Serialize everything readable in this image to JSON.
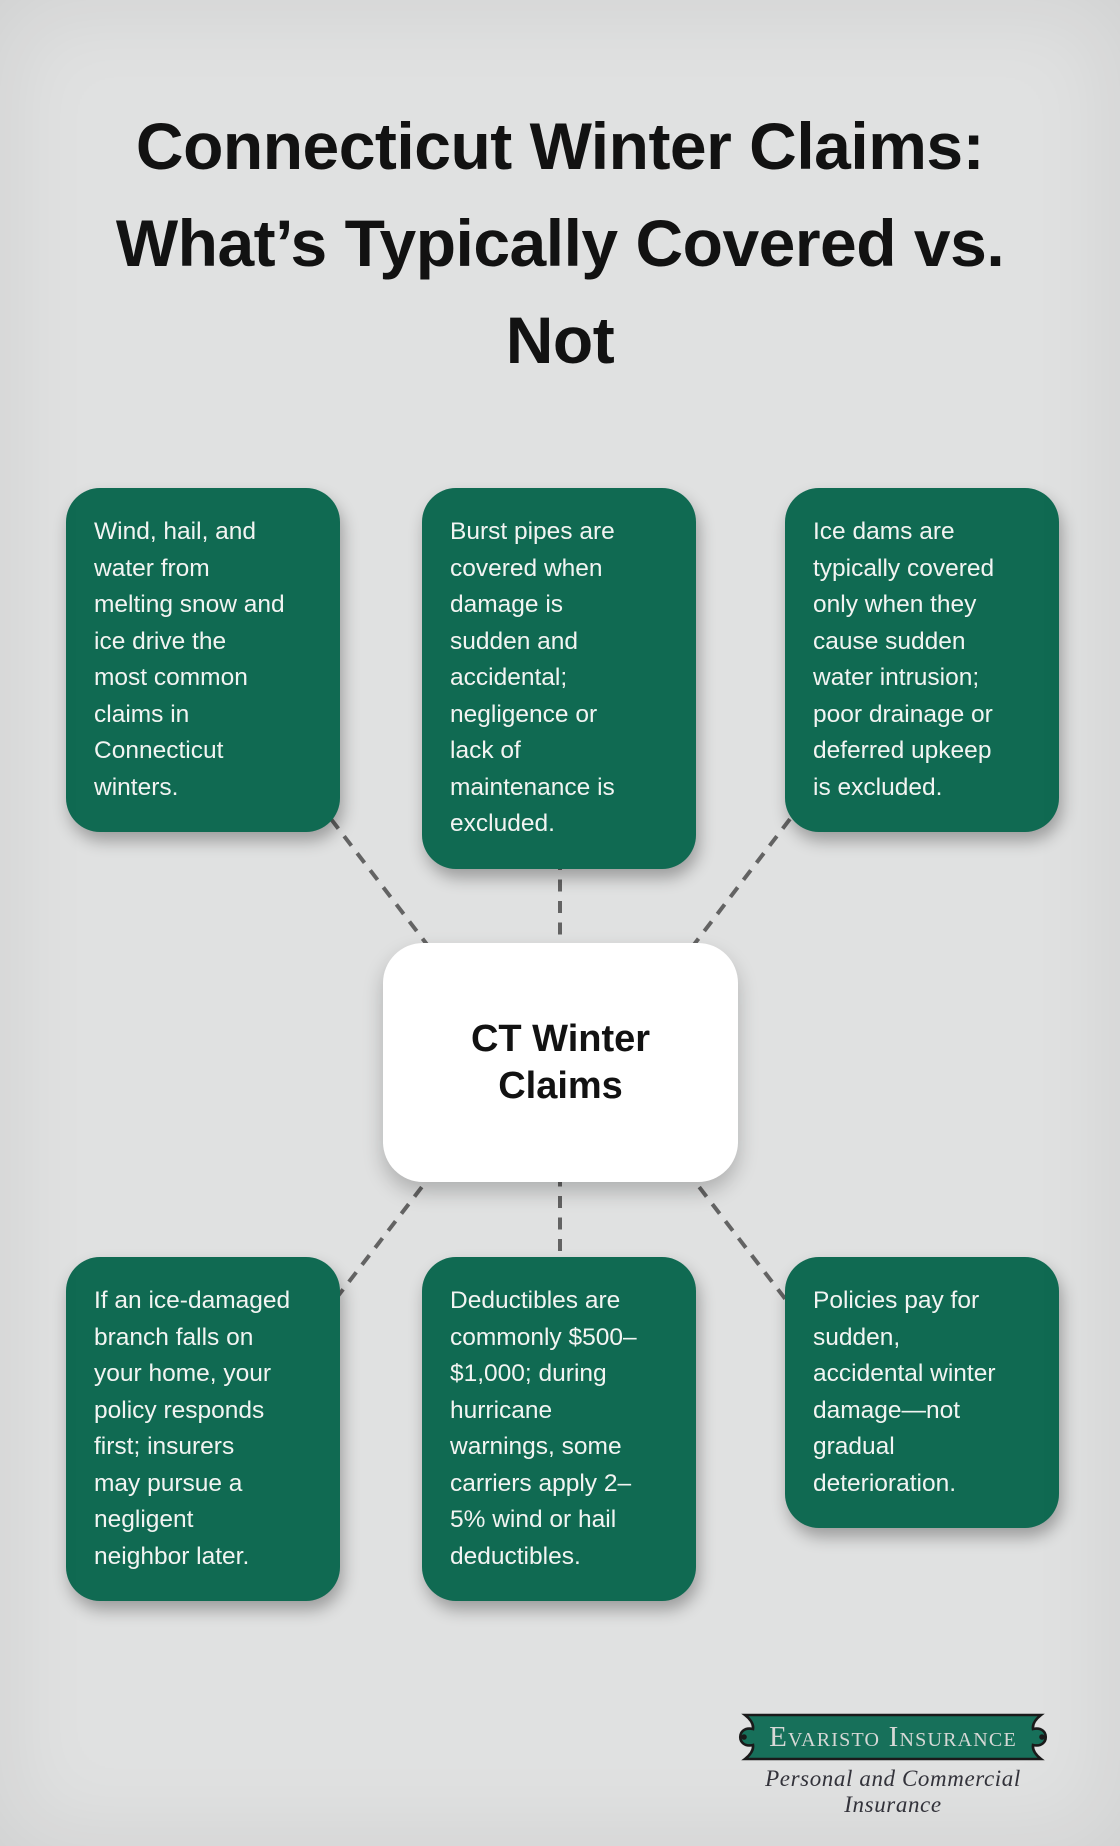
{
  "title": "Connecticut Winter Claims:\nWhat’s Typically Covered vs.\nNot",
  "center_node": {
    "label": "CT Winter\nClaims"
  },
  "nodes": [
    {
      "position": "top-left",
      "text": "Wind, hail, and\nwater from\nmelting snow and\nice drive the\nmost common\nclaims in\nConnecticut\nwinters."
    },
    {
      "position": "top-center",
      "text": "Burst pipes are\ncovered when\ndamage is\nsudden and\naccidental;\nnegligence or\nlack of\nmaintenance is\nexcluded."
    },
    {
      "position": "top-right",
      "text": "Ice dams are\ntypically covered\nonly when they\ncause sudden\nwater intrusion;\npoor drainage or\ndeferred upkeep\nis excluded."
    },
    {
      "position": "bottom-left",
      "text": "If an ice-damaged\nbranch falls on\nyour home, your\npolicy responds\nfirst; insurers\nmay pursue a\nnegligent\nneighbor later."
    },
    {
      "position": "bottom-center",
      "text": "Deductibles are\ncommonly $500–\n$1,000; during\nhurricane\nwarnings, some\ncarriers apply 2–\n5% wind or hail\ndeductibles."
    },
    {
      "position": "bottom-right",
      "text": "Policies pay for\nsudden,\naccidental winter\ndamage—not\ngradual\ndeterioration."
    }
  ],
  "logo": {
    "name": "Evaristo Insurance",
    "tagline": "Personal and Commercial Insurance"
  },
  "colors": {
    "background": "#e0e1e1",
    "node_green": "#106a52",
    "node_text": "#f2f4f2",
    "title_text": "#121212",
    "connector_gray": "#636363",
    "center_bg": "#ffffff",
    "badge_green": "#17705a",
    "badge_border": "#1a1a1a",
    "badge_text": "#d6d8d6",
    "tagline_text": "#33333b"
  }
}
